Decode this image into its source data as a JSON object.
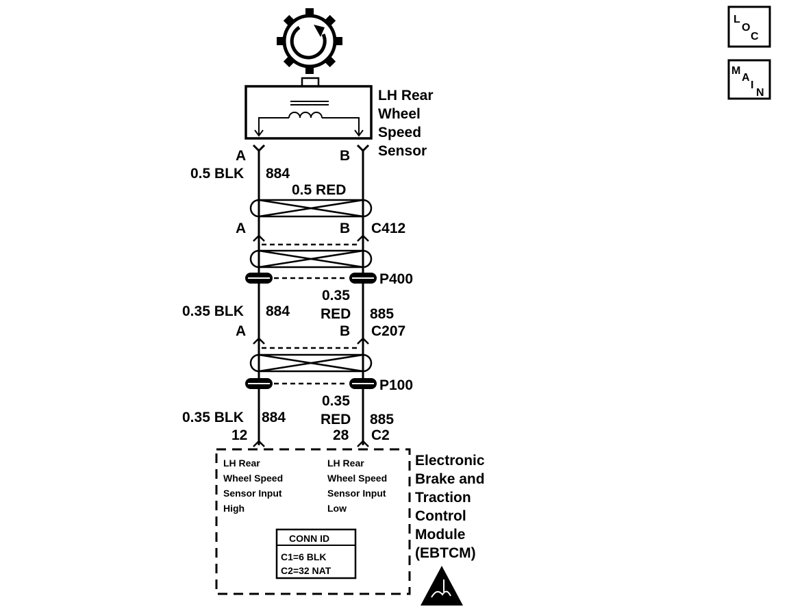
{
  "nav": {
    "loc": [
      "L",
      "O",
      "C"
    ],
    "main": [
      "M",
      "A",
      "I",
      "N"
    ]
  },
  "sensor": {
    "name_lines": [
      "LH Rear",
      "Wheel",
      "Speed",
      "Sensor"
    ],
    "pin_a": "A",
    "pin_b": "B"
  },
  "wire_top": {
    "left_label": "0.5 BLK",
    "left_circuit": "884",
    "right_label": "0.5 RED"
  },
  "connector_c412": {
    "name": "C412",
    "pin_a": "A",
    "pin_b": "B"
  },
  "splice_p400": {
    "name": "P400"
  },
  "wire_mid": {
    "left_label": "0.35 BLK",
    "left_circuit": "884",
    "right_size": "0.35",
    "right_color": "RED",
    "right_circuit": "885"
  },
  "connector_c207": {
    "name": "C207",
    "pin_a": "A",
    "pin_b": "B"
  },
  "splice_p100": {
    "name": "P100"
  },
  "wire_bot": {
    "left_label": "0.35 BLK",
    "left_circuit": "884",
    "left_pin": "12",
    "right_size": "0.35",
    "right_color": "RED",
    "right_circuit": "885",
    "right_pin": "28",
    "connector": "C2"
  },
  "module": {
    "name_lines": [
      "Electronic",
      "Brake and",
      "Traction",
      "Control",
      "Module",
      "(EBTCM)"
    ],
    "input_high_lines": [
      "LH Rear",
      "Wheel Speed",
      "Sensor Input",
      "High"
    ],
    "input_low_lines": [
      "LH Rear",
      "Wheel Speed",
      "Sensor Input",
      "Low"
    ],
    "conn_id_title": "CONN ID",
    "conn_id_rows": [
      "C1=6 BLK",
      "C2=32 NAT"
    ]
  }
}
